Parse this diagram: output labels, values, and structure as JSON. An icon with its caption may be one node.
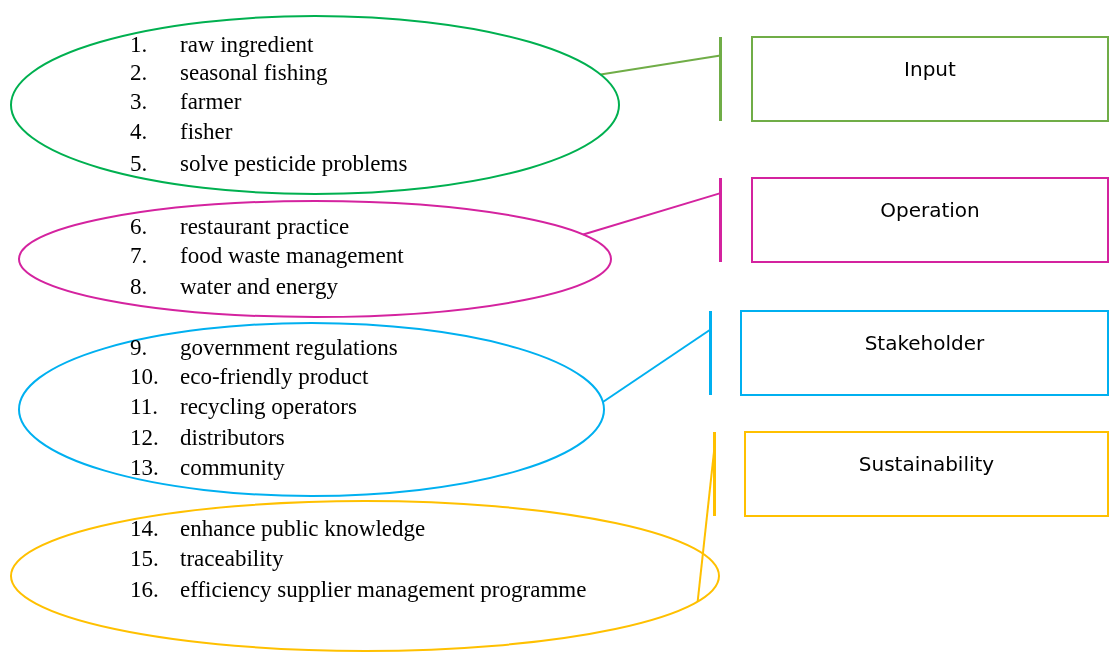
{
  "diagram": {
    "nodes": [
      {
        "text": [
          "1. raw ingredient",
          "2. seasonal fishing",
          "3. farmer",
          "4. fisher",
          "5. solve pesticide problems"
        ]
      },
      {
        "text": [],
        "shape": "bar"
      },
      {
        "text": [
          "Input"
        ]
      },
      {
        "text": [
          "6. restaurant practice",
          "7. food waste management",
          "8. water and energy"
        ]
      },
      {
        "text": [],
        "shape": "bar"
      },
      {
        "text": [
          "Operation"
        ]
      },
      {
        "text": [
          "9. government regulations",
          "10. eco-friendly product",
          "11. recycling operators",
          "12. distributors",
          "13. community"
        ]
      },
      {
        "text": [],
        "shape": "bar"
      },
      {
        "text": [
          "Stakeholder"
        ]
      },
      {
        "text": [
          "14. enhance public knowledge",
          "15. traceability",
          "16. efficiency supplier management programme"
        ]
      },
      {
        "text": [],
        "shape": "bar"
      },
      {
        "text": [
          "Sustainability"
        ]
      }
    ],
    "edges": [
      {
        "from": 0,
        "to": 1,
        "arrow": "none",
        "color": "#70ad47"
      },
      {
        "from": 3,
        "to": 4,
        "arrow": "none",
        "color": "#d4239f"
      },
      {
        "from": 6,
        "to": 7,
        "arrow": "none",
        "color": "#00b0f0"
      },
      {
        "from": 9,
        "to": 10,
        "arrow": "none",
        "color": "#ffc000"
      }
    ]
  }
}
